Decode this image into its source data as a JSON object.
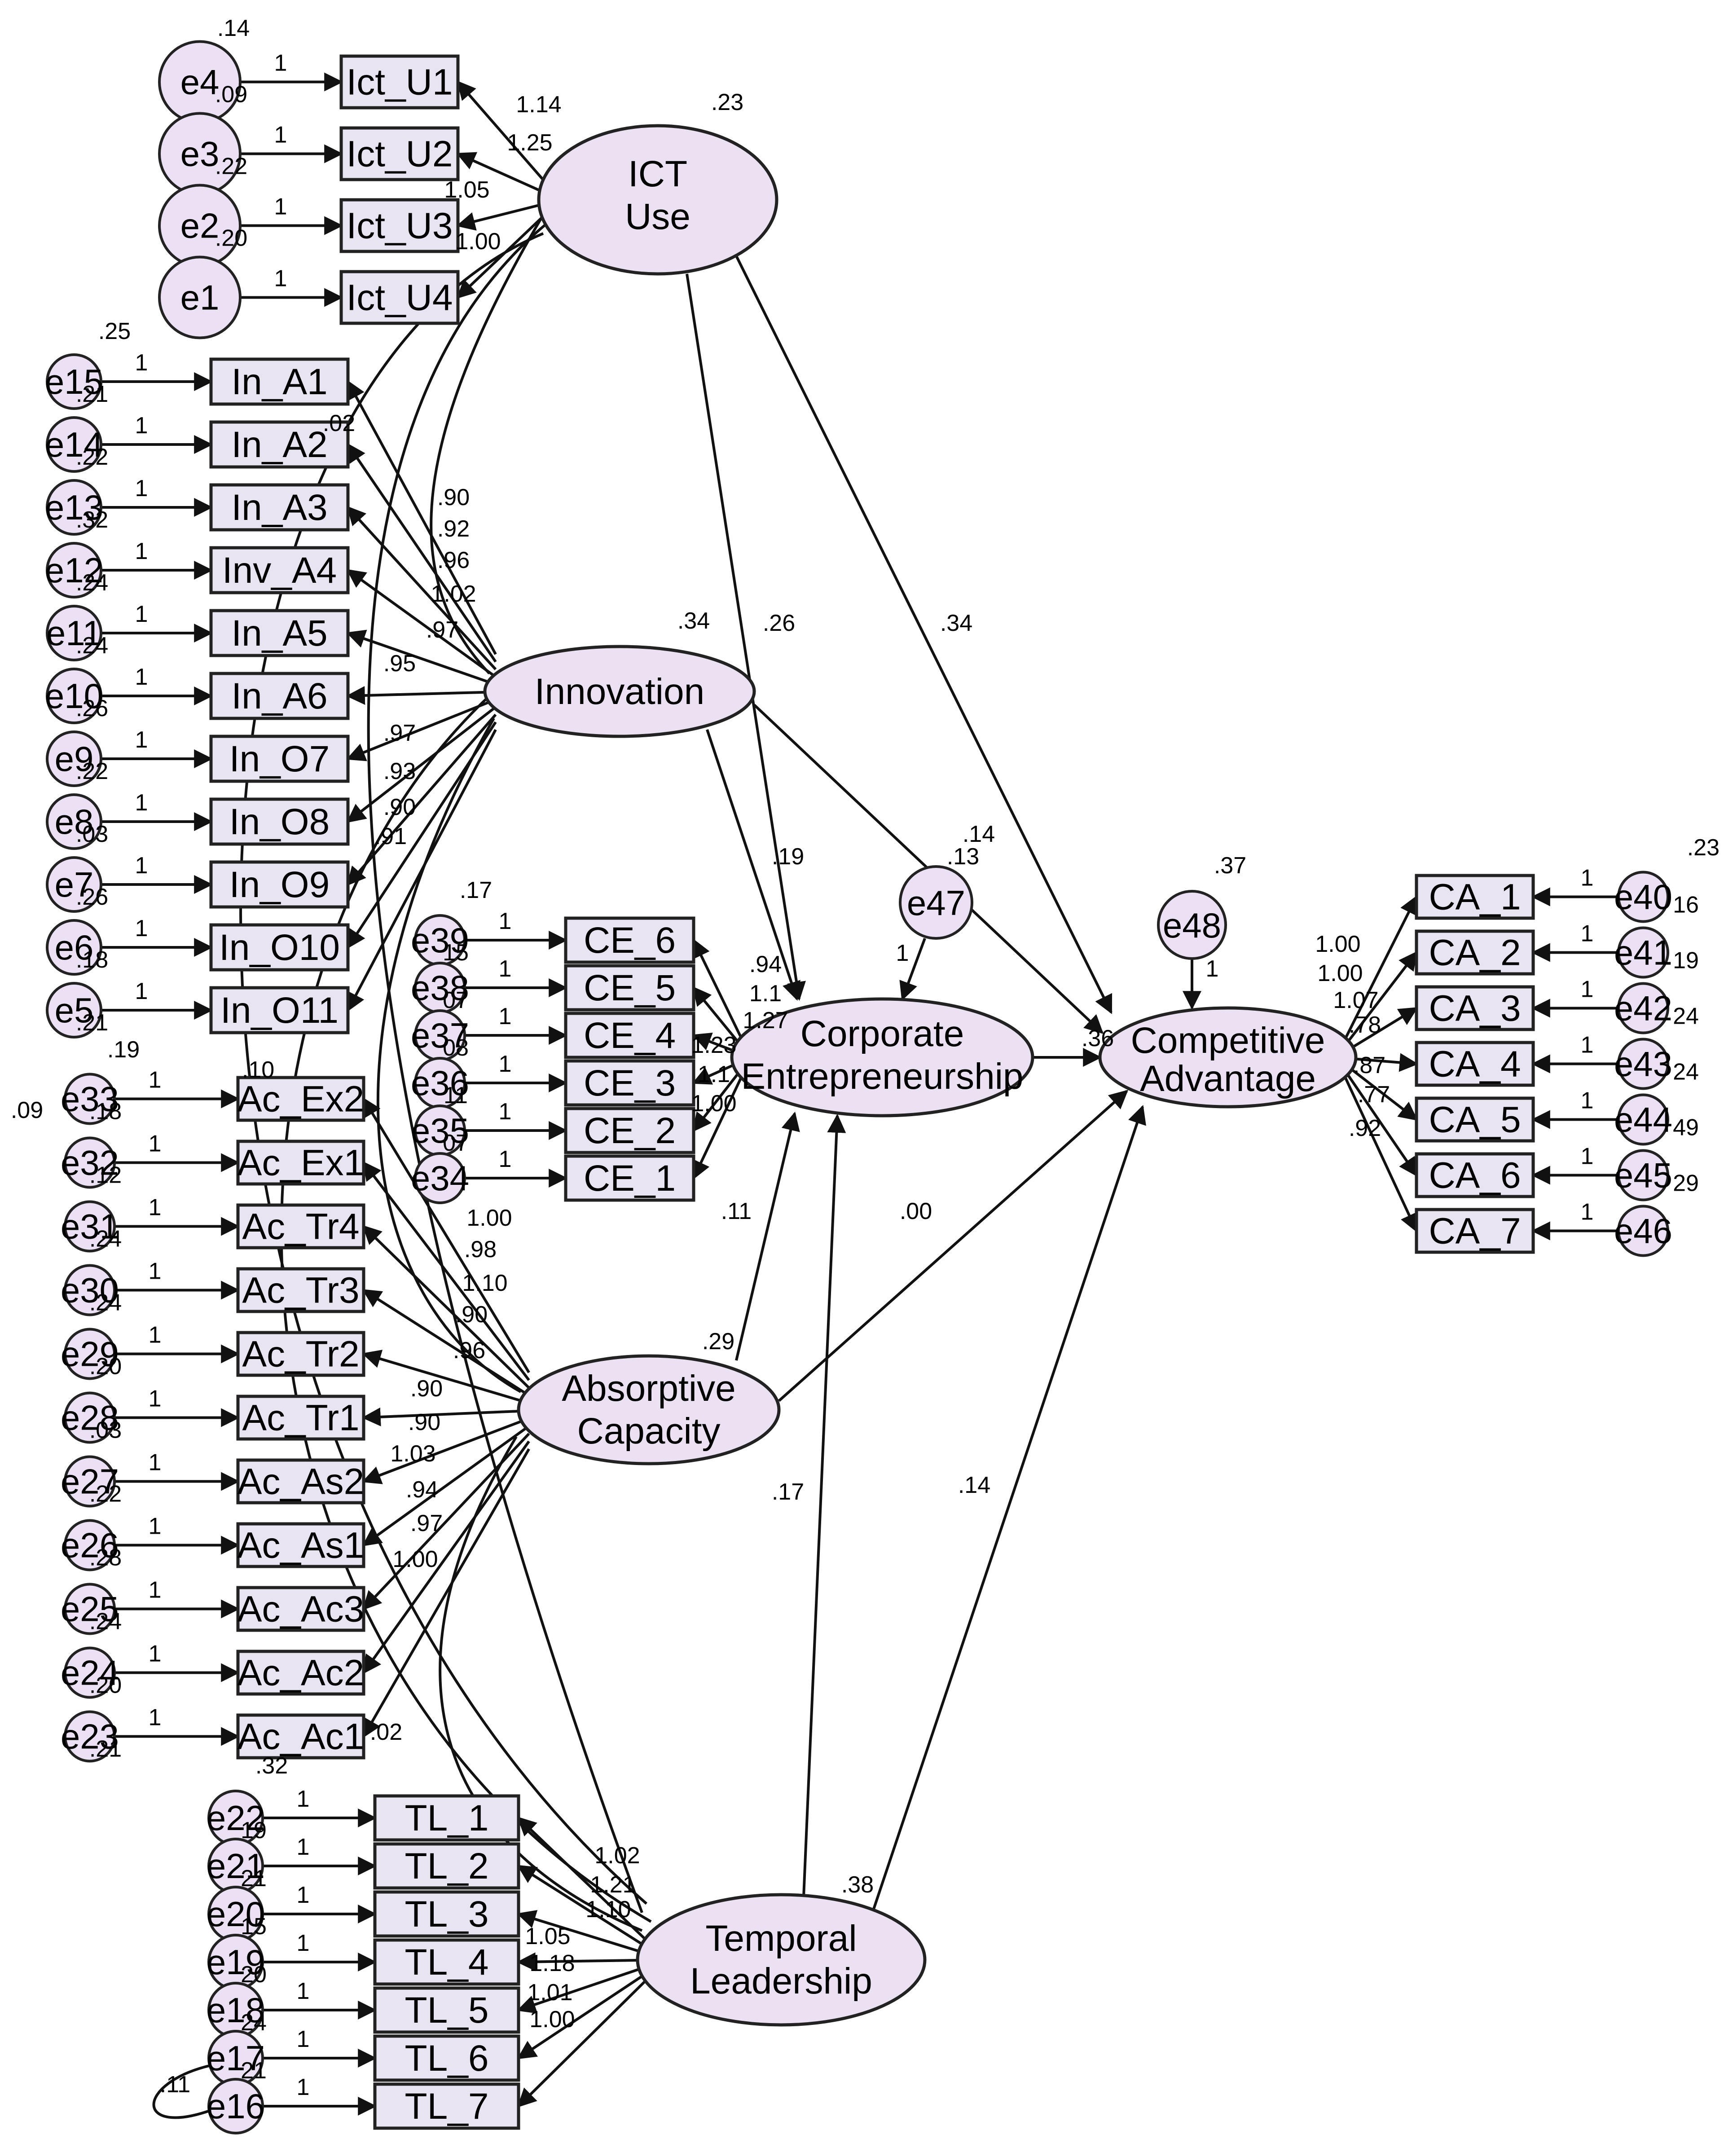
{
  "latent": {
    "ict_use": {
      "line1": "ICT",
      "line2": "Use",
      "r2": ".23"
    },
    "innovation": {
      "label": "Innovation",
      "r2": ".34"
    },
    "corp_ent": {
      "line1": "Corporate",
      "line2": "Entrepreneurship"
    },
    "comp_adv": {
      "line1": "Competitive",
      "line2": "Advantage",
      "r2": ".37"
    },
    "absorptive": {
      "line1": "Absorptive",
      "line2": "Capacity",
      "r2": ".29"
    },
    "temporal": {
      "line1": "Temporal",
      "line2": "Leadership",
      "r2": ".38"
    }
  },
  "ict_items": [
    {
      "label": "Ict_U1",
      "err": "e4",
      "var": ".09",
      "load": "1.14",
      "fix": "1"
    },
    {
      "label": "Ict_U2",
      "err": "e3",
      "var": ".22",
      "load": "1.25",
      "fix": "1"
    },
    {
      "label": "Ict_U3",
      "err": "e2",
      "var": ".20",
      "load": "1.05",
      "fix": "1"
    },
    {
      "label": "Ict_U4",
      "err": "e1",
      "var": "",
      "load": "1.00",
      "fix": "1"
    }
  ],
  "ict_top_var": ".14",
  "inn_items": [
    {
      "label": "In_A1",
      "err": "e15",
      "var": ".21",
      "load": ".02",
      "fix": "1"
    },
    {
      "label": "In_A2",
      "err": "e14",
      "var": ".22",
      "load": ".90",
      "fix": "1"
    },
    {
      "label": "In_A3",
      "err": "e13",
      "var": ".32",
      "load": ".92",
      "fix": "1"
    },
    {
      "label": "Inv_A4",
      "err": "e12",
      "var": ".24",
      "load": ".96",
      "fix": "1"
    },
    {
      "label": "In_A5",
      "err": "e11",
      "var": ".24",
      "load": "1.02",
      "fix": "1"
    },
    {
      "label": "In_A6",
      "err": "e10",
      "var": ".26",
      "load": ".97",
      "fix": "1"
    },
    {
      "label": "In_O7",
      "err": "e9",
      "var": ".22",
      "load": ".95",
      "fix": "1"
    },
    {
      "label": "In_O8",
      "err": "e8",
      "var": ".03",
      "load": ".97",
      "fix": "1"
    },
    {
      "label": "In_O9",
      "err": "e7",
      "var": ".26",
      "load": ".93",
      "fix": "1"
    },
    {
      "label": "In_O10",
      "err": "e6",
      "var": ".18",
      "load": ".90",
      "fix": "1"
    },
    {
      "label": "In_O11",
      "err": "e5",
      "var": ".21",
      "load": ".91",
      "fix": "1"
    }
  ],
  "inn_top_var": ".25",
  "inn_extra_load": "1.00",
  "ce_items": [
    {
      "label": "CE_6",
      "err": "e39",
      "var": "15",
      "load": ".94",
      "fix": "1"
    },
    {
      "label": "CE_5",
      "err": "e38",
      "var": "07",
      "load": "1.1",
      "fix": "1"
    },
    {
      "label": "CE_4",
      "err": "e37",
      "var": "08",
      "load": "1.27",
      "fix": "1"
    },
    {
      "label": "CE_3",
      "err": "e36",
      "var": "11",
      "load": "1.23",
      "fix": "1"
    },
    {
      "label": "CE_2",
      "err": "e35",
      "var": "07",
      "load": "1.1",
      "fix": "1"
    },
    {
      "label": "CE_1",
      "err": "e34",
      "var": "",
      "load": "1.00",
      "fix": "1"
    }
  ],
  "ce_top_var": ".17",
  "ac_items": [
    {
      "label": "Ac_Ex2",
      "err": "e33",
      "var": ".18",
      "load": "1.00",
      "fix": "1"
    },
    {
      "label": "Ac_Ex1",
      "err": "e32",
      "var": ".12",
      "load": ".98",
      "fix": "1"
    },
    {
      "label": "Ac_Tr4",
      "err": "e31",
      "var": ".24",
      "load": "1.10",
      "fix": "1"
    },
    {
      "label": "Ac_Tr3",
      "err": "e30",
      "var": ".24",
      "load": ".90",
      "fix": "1"
    },
    {
      "label": "Ac_Tr2",
      "err": "e29",
      "var": ".20",
      "load": ".96",
      "fix": "1"
    },
    {
      "label": "Ac_Tr1",
      "err": "e28",
      "var": ".03",
      "load": ".90",
      "fix": "1"
    },
    {
      "label": "Ac_As2",
      "err": "e27",
      "var": ".22",
      "load": ".90",
      "fix": "1"
    },
    {
      "label": "Ac_As1",
      "err": "e26",
      "var": ".28",
      "load": "1.03",
      "fix": "1"
    },
    {
      "label": "Ac_Ac3",
      "err": "e25",
      "var": ".24",
      "load": ".94",
      "fix": "1"
    },
    {
      "label": "Ac_Ac2",
      "err": "e24",
      "var": ".20",
      "load": ".97",
      "fix": "1"
    },
    {
      "label": "Ac_Ac1",
      "err": "e23",
      "var": ".21",
      "load": "1.00",
      "fix": "1"
    }
  ],
  "ac_top_var": ".19",
  "ac_extra": {
    "v10": ".10",
    "v02": ".02"
  },
  "tl_items": [
    {
      "label": "TL_1",
      "err": "e22",
      "var": "19",
      "load": "1.02",
      "fix": "1"
    },
    {
      "label": "TL_2",
      "err": "e21",
      "var": "21",
      "load": "1.21",
      "fix": "1"
    },
    {
      "label": "TL_3",
      "err": "e20",
      "var": "15",
      "load": "1.10",
      "fix": "1"
    },
    {
      "label": "TL_4",
      "err": "e19",
      "var": "20",
      "load": "1.05",
      "fix": "1"
    },
    {
      "label": "TL_5",
      "err": "e18",
      "var": "24",
      "load": "1.18",
      "fix": "1"
    },
    {
      "label": "TL_6",
      "err": "e17",
      "var": "21",
      "load": "1.01",
      "fix": "1"
    },
    {
      "label": "TL_7",
      "err": "e16",
      "var": "",
      "load": "1.00",
      "fix": "1"
    }
  ],
  "tl_top_var": ".32",
  "tl_cov": ".11",
  "ca_items": [
    {
      "label": "CA_1",
      "err": "e40",
      "var": "16",
      "load": "1.00",
      "fix": "1"
    },
    {
      "label": "CA_2",
      "err": "e41",
      "var": "19",
      "load": "1.00",
      "fix": "1"
    },
    {
      "label": "CA_3",
      "err": "e42",
      "var": "24",
      "load": "1.07",
      "fix": "1"
    },
    {
      "label": "CA_4",
      "err": "e43",
      "var": "24",
      "load": ".78",
      "fix": "1"
    },
    {
      "label": "CA_5",
      "err": "e44",
      "var": "49",
      "load": ".87",
      "fix": "1"
    },
    {
      "label": "CA_6",
      "err": "e45",
      "var": "29",
      "load": ".77",
      "fix": "1"
    },
    {
      "label": "CA_7",
      "err": "e46",
      "var": "",
      "load": ".92",
      "fix": "1"
    }
  ],
  "ca_top_var": ".23",
  "disturb": {
    "e47": {
      "label": "e47",
      "var": ".13",
      "var2": ".14",
      "fix": "1"
    },
    "e48": {
      "label": "e48",
      "fix": "1"
    }
  },
  "paths": {
    "ict_ce": ".26",
    "ict_ca": ".34",
    "inn_ce": ".19",
    "inn_ca": ".14",
    "ce_ca": ".36",
    "ac_ce": ".11",
    "ac_ca": ".00",
    "tl_ce": ".17",
    "tl_ca": ".14"
  },
  "cov_left": ".09"
}
